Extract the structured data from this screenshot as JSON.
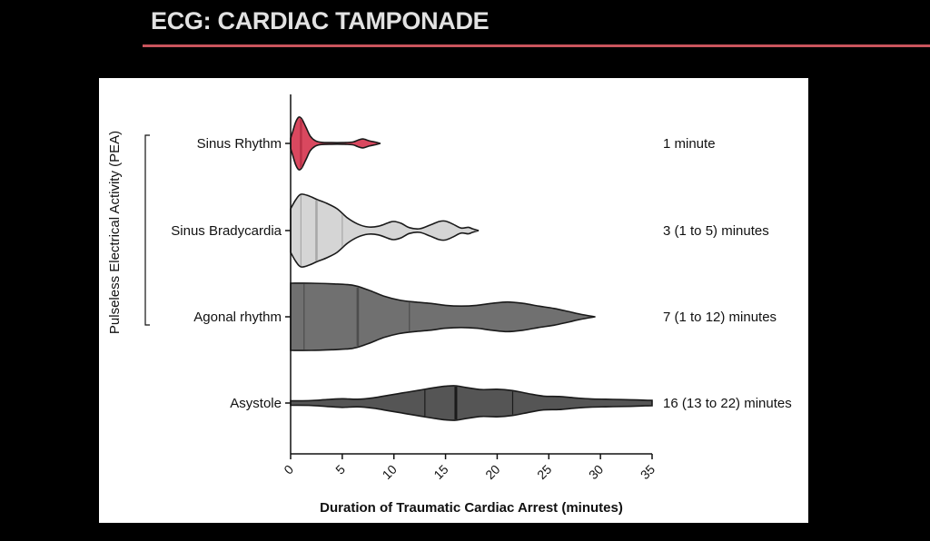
{
  "slide": {
    "title": "ECG: CARDIAC TAMPONADE"
  },
  "colors": {
    "background": "#000000",
    "title_text": "#e2e2e2",
    "title_rule": "#c9545c",
    "panel": "#ffffff"
  },
  "chart_data": {
    "type": "violin",
    "xlabel": "Duration of Traumatic Cardiac Arrest (minutes)",
    "ylabel": "Pulseless Electrical Activity (PEA)",
    "xlim": [
      0,
      35
    ],
    "x_ticks": [
      0,
      5,
      10,
      15,
      20,
      25,
      30,
      35
    ],
    "grid": false,
    "bracket_label": "Pulseless Electrical Activity (PEA)",
    "bracket_groups": [
      "Sinus Rhythm",
      "Sinus Bradycardia",
      "Agonal rhythm"
    ],
    "series": [
      {
        "name": "Sinus Rhythm",
        "summary": "1 minute",
        "fill": "#d9485f",
        "line": "#b93348",
        "quartiles": [],
        "median": 1,
        "min": 0,
        "max": 8.7,
        "density": [
          [
            0,
            0.2
          ],
          [
            0.2,
            0.45
          ],
          [
            0.5,
            0.82
          ],
          [
            0.8,
            1.0
          ],
          [
            1.1,
            0.92
          ],
          [
            1.5,
            0.6
          ],
          [
            1.9,
            0.28
          ],
          [
            2.4,
            0.1
          ],
          [
            3,
            0.04
          ],
          [
            4,
            0.03
          ],
          [
            5,
            0.03
          ],
          [
            6,
            0.05
          ],
          [
            6.5,
            0.12
          ],
          [
            7,
            0.17
          ],
          [
            7.6,
            0.1
          ],
          [
            8.2,
            0.05
          ],
          [
            8.7,
            0
          ]
        ]
      },
      {
        "name": "Sinus Bradycardia",
        "summary": "3 (1 to 5) minutes",
        "fill": "#d5d5d5",
        "line": "#a8a8a8",
        "quartiles": [
          1,
          5
        ],
        "median": 2.5,
        "min": 0,
        "max": 18.2,
        "density": [
          [
            0,
            0.6
          ],
          [
            0.5,
            0.85
          ],
          [
            1,
            1.0
          ],
          [
            1.8,
            0.95
          ],
          [
            2.6,
            0.85
          ],
          [
            3.5,
            0.75
          ],
          [
            4.5,
            0.6
          ],
          [
            5.5,
            0.35
          ],
          [
            6.5,
            0.18
          ],
          [
            7.5,
            0.1
          ],
          [
            8.5,
            0.12
          ],
          [
            9.5,
            0.22
          ],
          [
            10,
            0.25
          ],
          [
            10.7,
            0.2
          ],
          [
            11.5,
            0.08
          ],
          [
            12.5,
            0.05
          ],
          [
            13.5,
            0.15
          ],
          [
            14.4,
            0.25
          ],
          [
            15,
            0.26
          ],
          [
            15.7,
            0.18
          ],
          [
            16.5,
            0.07
          ],
          [
            17.2,
            0.09
          ],
          [
            17.6,
            0.05
          ],
          [
            18.2,
            0
          ]
        ]
      },
      {
        "name": "Agonal rhythm",
        "summary": "7 (1 to 12) minutes",
        "fill": "#707070",
        "line": "#4d4d4d",
        "quartiles": [
          1.3,
          11.5
        ],
        "median": 6.5,
        "min": 0,
        "max": 29.5,
        "density": [
          [
            0,
            1.0
          ],
          [
            2,
            1.0
          ],
          [
            4,
            0.98
          ],
          [
            6,
            0.94
          ],
          [
            7.5,
            0.8
          ],
          [
            9,
            0.62
          ],
          [
            10.5,
            0.5
          ],
          [
            12,
            0.44
          ],
          [
            13.5,
            0.4
          ],
          [
            15,
            0.34
          ],
          [
            16.5,
            0.32
          ],
          [
            18,
            0.34
          ],
          [
            19.5,
            0.4
          ],
          [
            21,
            0.44
          ],
          [
            22.5,
            0.4
          ],
          [
            24,
            0.32
          ],
          [
            25.5,
            0.25
          ],
          [
            27,
            0.15
          ],
          [
            28,
            0.08
          ],
          [
            29.5,
            0
          ]
        ]
      },
      {
        "name": "Asystole",
        "summary": "16 (13 to 22) minutes",
        "fill": "#555555",
        "line": "#1a1a1a",
        "quartiles": [
          13,
          21.5
        ],
        "median": 16,
        "min": 0,
        "max": 35,
        "density": [
          [
            0,
            0.13
          ],
          [
            2,
            0.14
          ],
          [
            3.5,
            0.2
          ],
          [
            5,
            0.25
          ],
          [
            6.5,
            0.22
          ],
          [
            8,
            0.3
          ],
          [
            9.5,
            0.45
          ],
          [
            11,
            0.6
          ],
          [
            12.5,
            0.75
          ],
          [
            14,
            0.9
          ],
          [
            15,
            0.98
          ],
          [
            16,
            1.0
          ],
          [
            17,
            0.9
          ],
          [
            18.5,
            0.78
          ],
          [
            20,
            0.8
          ],
          [
            21.5,
            0.72
          ],
          [
            23,
            0.55
          ],
          [
            24.5,
            0.4
          ],
          [
            26,
            0.38
          ],
          [
            27.5,
            0.3
          ],
          [
            29,
            0.24
          ],
          [
            30.5,
            0.22
          ],
          [
            32,
            0.2
          ],
          [
            33.5,
            0.18
          ],
          [
            35,
            0.15
          ]
        ]
      }
    ]
  }
}
